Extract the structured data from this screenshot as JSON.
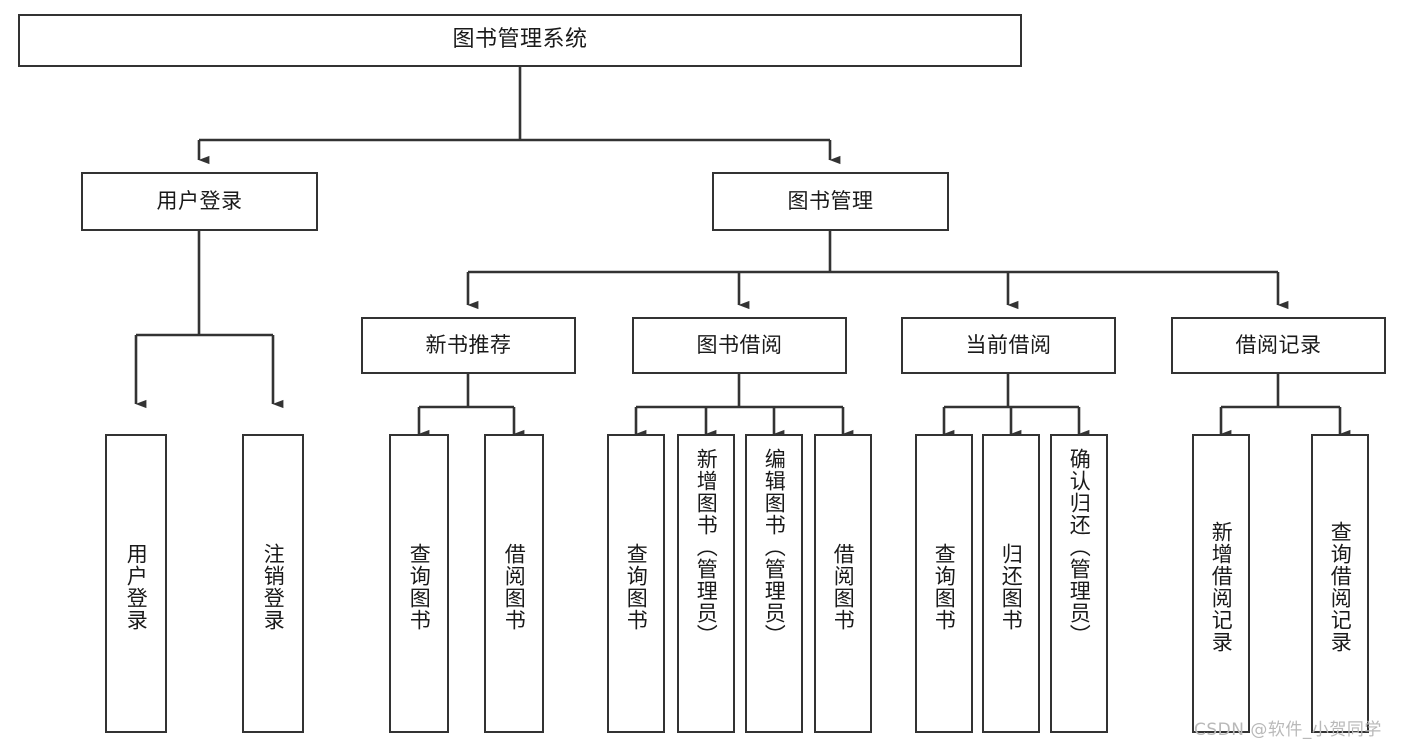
{
  "diagram": {
    "type": "tree-hierarchy-chart",
    "title": "图书管理系统",
    "line_color": "#333333",
    "box_fill": "#ffffff",
    "text_color": "#1a1a1a",
    "watermark_color": "#b9b9b9"
  },
  "watermark": {
    "text": "CSDN @软件_小贺同学"
  },
  "nodes": {
    "root": {
      "label": "图书管理系统"
    },
    "level1": [
      {
        "label": "用户登录"
      },
      {
        "label": "图书管理"
      }
    ],
    "level2": [
      {
        "label": "新书推荐"
      },
      {
        "label": "图书借阅"
      },
      {
        "label": "当前借阅"
      },
      {
        "label": "借阅记录"
      }
    ],
    "leaves": {
      "user_login": [
        {
          "label": "用户登录"
        },
        {
          "label": "注销登录"
        }
      ],
      "new_book_recommend": [
        {
          "label": "查询图书"
        },
        {
          "label": "借阅图书"
        }
      ],
      "book_borrow": [
        {
          "label": "查询图书"
        },
        {
          "label": "新增图书（管理员）"
        },
        {
          "label": "编辑图书（管理员）"
        },
        {
          "label": "借阅图书"
        }
      ],
      "current_borrow": [
        {
          "label": "查询图书"
        },
        {
          "label": "归还图书"
        },
        {
          "label": "确认归还（管理员）"
        }
      ],
      "borrow_record": [
        {
          "label": "新增借阅记录"
        },
        {
          "label": "查询借阅记录"
        }
      ]
    }
  }
}
